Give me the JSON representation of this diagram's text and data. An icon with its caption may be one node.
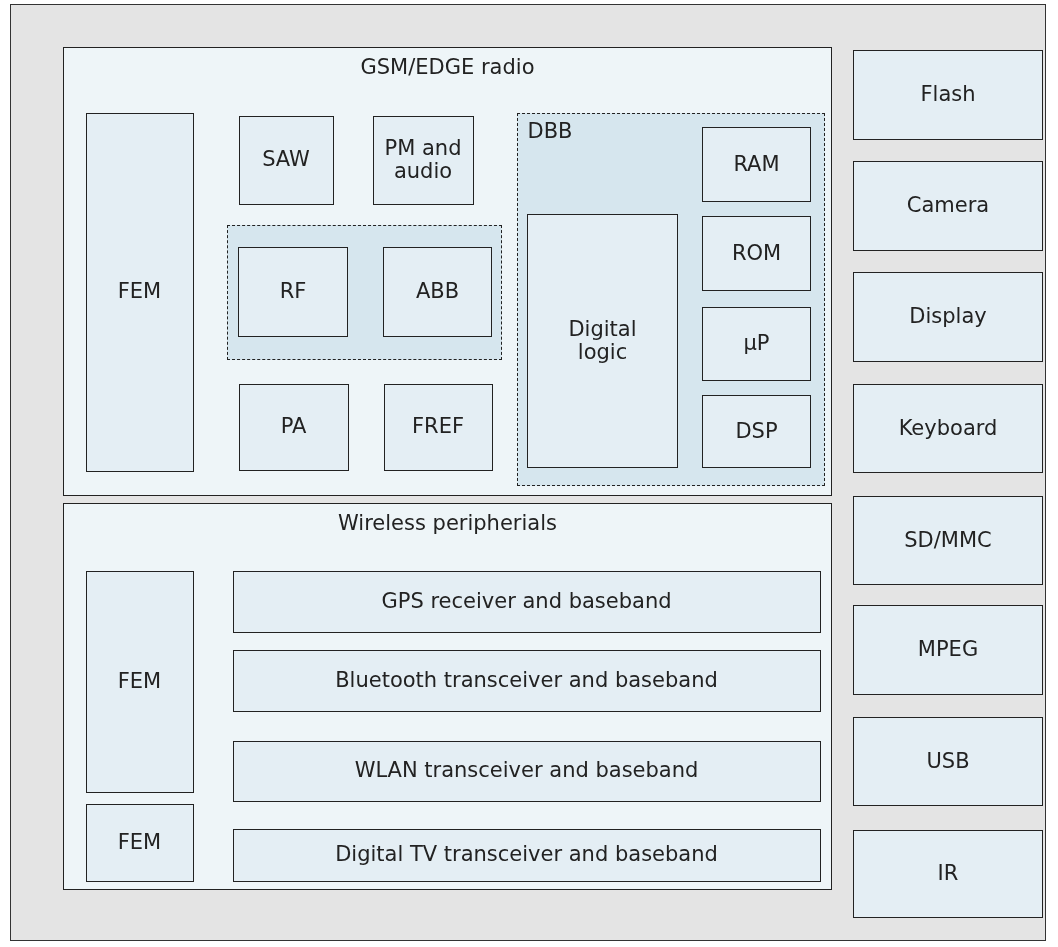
{
  "diagram": {
    "nodes": [
      {
        "text": [
          "GSM/EDGE radio"
        ]
      },
      {
        "text": [
          "FEM"
        ],
        "in": 0
      },
      {
        "text": [
          "SAW"
        ],
        "in": 0
      },
      {
        "text": [
          "PM and audio"
        ],
        "in": 0
      },
      {
        "text": [],
        "shape": "box",
        "in": 0
      },
      {
        "text": [
          "RF"
        ],
        "in": 4
      },
      {
        "text": [
          "ABB"
        ],
        "in": 4
      },
      {
        "text": [
          "PA"
        ],
        "in": 0
      },
      {
        "text": [
          "FREF"
        ],
        "in": 0
      },
      {
        "text": [
          "DBB"
        ],
        "in": 0
      },
      {
        "text": [
          "Digital logic"
        ],
        "in": 9
      },
      {
        "text": [
          "RAM"
        ],
        "in": 9
      },
      {
        "text": [
          "ROM"
        ],
        "in": 9
      },
      {
        "text": [
          "µP"
        ],
        "in": 9
      },
      {
        "text": [
          "DSP"
        ],
        "in": 9
      },
      {
        "text": [
          "Wireless peripherials"
        ]
      },
      {
        "text": [
          "FEM"
        ],
        "in": 15
      },
      {
        "text": [
          "GPS receiver and baseband"
        ],
        "in": 15
      },
      {
        "text": [
          "Bluetooth transceiver and baseband"
        ],
        "in": 15
      },
      {
        "text": [
          "WLAN transceiver and baseband"
        ],
        "in": 15
      },
      {
        "text": [
          "FEM"
        ],
        "in": 15
      },
      {
        "text": [
          "Digital TV transceiver and baseband"
        ],
        "in": 15
      },
      {
        "text": [
          "Flash"
        ]
      },
      {
        "text": [
          "Camera"
        ]
      },
      {
        "text": [
          "Display"
        ]
      },
      {
        "text": [
          "Keyboard"
        ]
      },
      {
        "text": [
          "SD/MMC"
        ]
      },
      {
        "text": [
          "MPEG"
        ]
      },
      {
        "text": [
          "USB"
        ]
      },
      {
        "text": [
          "IR"
        ]
      }
    ],
    "edges": []
  }
}
